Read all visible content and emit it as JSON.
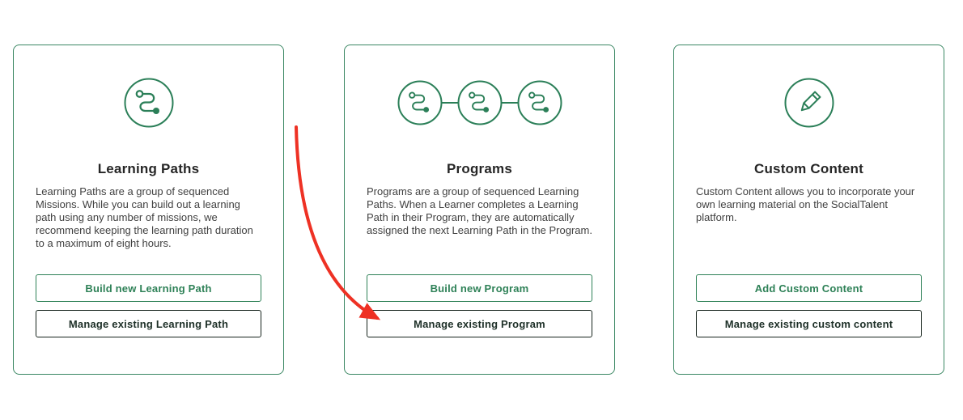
{
  "colors": {
    "card_border": "#3A8763",
    "icon_green": "#2B7F58",
    "primary_button_green": "#2E8157",
    "secondary_button_dark": "#16241C",
    "title_text": "#262626",
    "body_text": "#414141",
    "annotation_arrow_red": "#EE3124",
    "background": "#FFFFFF"
  },
  "cards": [
    {
      "id": "learning-paths",
      "icon": "learning-path-route-icon",
      "title": "Learning Paths",
      "description": "Learning Paths are a group of sequenced Missions. While you can build out a learning path using any number of missions, we recommend keeping the learning path duration to a maximum of eight hours.",
      "primary_button": "Build new Learning Path",
      "secondary_button": "Manage existing Learning Path"
    },
    {
      "id": "programs",
      "icon": "program-chained-routes-icon",
      "title": "Programs",
      "description": "Programs are a group of sequenced Learning Paths. When a Learner completes a Learning Path in their Program, they are automatically assigned the next Learning Path in the Program.",
      "primary_button": "Build new Program",
      "secondary_button": "Manage existing Program"
    },
    {
      "id": "custom-content",
      "icon": "pencil-icon",
      "title": "Custom Content",
      "description": "Custom Content allows you to incorporate your own learning material on the SocialTalent platform.",
      "primary_button": "Add Custom Content",
      "secondary_button": "Manage existing custom content"
    }
  ],
  "annotation": {
    "type": "curved-red-arrow",
    "color": "#EE3124",
    "points_to": "Manage existing Program"
  }
}
